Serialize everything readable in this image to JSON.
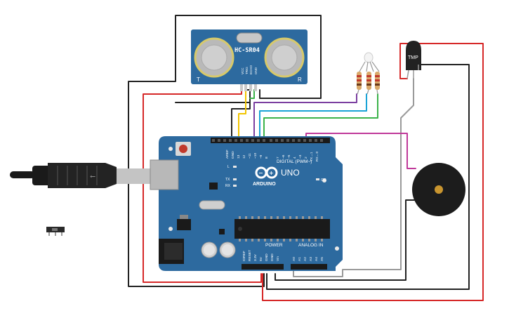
{
  "sensor": {
    "model": "HC-SR04",
    "pins": [
      "VCC",
      "TRIG",
      "ECHO",
      "GND"
    ],
    "left_mark": "T",
    "right_mark": "R"
  },
  "temp_sensor": {
    "label": "TMP"
  },
  "board": {
    "brand": "ARDUINO",
    "model": "UNO",
    "digital_header": "DIGITAL (PWM~)",
    "power_header": "POWER",
    "analog_header": "ANALOG IN",
    "on_label": "ON",
    "tx_label": "TX",
    "rx_label": "RX",
    "l_label": "L",
    "top_pins": [
      "AREF",
      "GND",
      "13",
      "12",
      "~11",
      "~10",
      "~9",
      "8",
      "7",
      "~6",
      "~5",
      "4",
      "~3",
      "2",
      "TX→1",
      "RX←0"
    ],
    "power_pins": [
      "IOREF",
      "RESET",
      "3.3V",
      "5V",
      "GND",
      "GND",
      "Vin"
    ],
    "analog_pins": [
      "A0",
      "A1",
      "A2",
      "A3",
      "A4",
      "A5"
    ]
  },
  "colors": {
    "board": "#2d6a9f",
    "wire_black": "#222222",
    "wire_red": "#d62828",
    "wire_yellow": "#f2c500",
    "wire_purple": "#7b3fa0",
    "wire_cyan": "#1aa3d6",
    "wire_green": "#3bb34a",
    "wire_magenta": "#c0399a",
    "wire_gray": "#9a9a9a"
  }
}
